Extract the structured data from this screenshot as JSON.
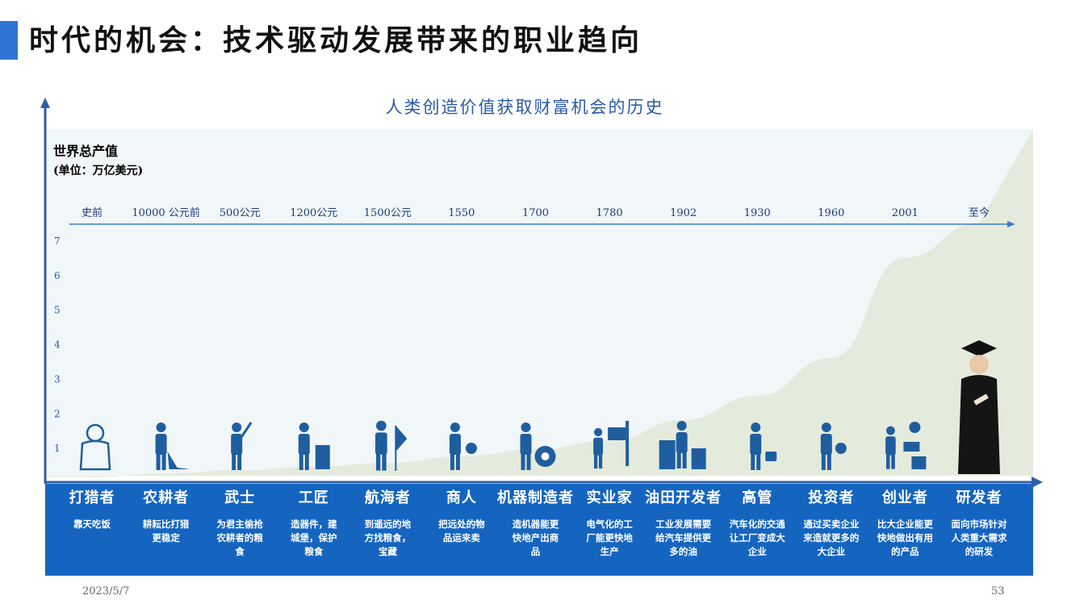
{
  "slide": {
    "title": "时代的机会：技术驱动发展带来的职业趋向",
    "date": "2023/5/7",
    "page_number": "53"
  },
  "colors": {
    "accent": "#2e75d6",
    "axis": "#2e5ea8",
    "band": "#1565c0",
    "curve_fill": "#e4ebdc",
    "background_panel": "#f1f6f8",
    "icon": "#1f5e9e",
    "title_blue": "#2a5aa8"
  },
  "chart_data": {
    "type": "area",
    "title": "人类创造价值获取财富机会的历史",
    "ylabel": "世界总产值",
    "ylabel_unit": "(单位：万亿美元)",
    "ylim": [
      0,
      7.5
    ],
    "y_ticks": [
      1,
      2,
      3,
      4,
      5,
      6,
      7
    ],
    "categories": [
      "史前",
      "10000 公元前",
      "500公元",
      "1200公元",
      "1500公元",
      "1550",
      "1700",
      "1780",
      "1902",
      "1930",
      "1960",
      "2001",
      "至今"
    ],
    "values": [
      0.15,
      0.25,
      0.35,
      0.45,
      0.55,
      0.75,
      0.95,
      1.2,
      1.8,
      2.5,
      3.6,
      6.5,
      7.5
    ],
    "roles": [
      {
        "name": "打猎者",
        "desc": "靠天吃饭",
        "icon": "hunter-icon"
      },
      {
        "name": "农耕者",
        "desc": "耕耘比打猎更稳定",
        "icon": "farmer-icon"
      },
      {
        "name": "武士",
        "desc": "为君主偷抢农耕者的粮食",
        "icon": "warrior-icon"
      },
      {
        "name": "工匠",
        "desc": "造器件，建城堡，保护粮食",
        "icon": "craftsman-icon"
      },
      {
        "name": "航海者",
        "desc": "到遥远的地方找粮食，宝藏",
        "icon": "navigator-icon"
      },
      {
        "name": "商人",
        "desc": "把远处的物品运来卖",
        "icon": "merchant-icon"
      },
      {
        "name": "机器制造者",
        "desc": "造机器能更快地产出商品",
        "icon": "machine-maker-icon"
      },
      {
        "name": "实业家",
        "desc": "电气化的工厂能更快地生产",
        "icon": "industrialist-icon"
      },
      {
        "name": "油田开发者",
        "desc": "工业发展需要给汽车提供更多的油",
        "icon": "oil-developer-icon"
      },
      {
        "name": "高管",
        "desc": "汽车化的交通让工厂变成大企业",
        "icon": "executive-icon"
      },
      {
        "name": "投资者",
        "desc": "通过买卖企业来造就更多的大企业",
        "icon": "investor-icon"
      },
      {
        "name": "创业者",
        "desc": "比大企业能更快地做出有用的产品",
        "icon": "entrepreneur-icon"
      },
      {
        "name": "研发者",
        "desc": "面向市场针对人类重大需求的研发",
        "icon": "graduate-icon"
      }
    ]
  }
}
